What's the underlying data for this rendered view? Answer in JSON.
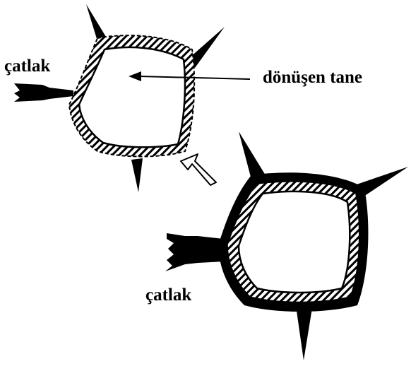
{
  "labels": {
    "crack_top": "çatlak",
    "crack_bottom": "çatlak",
    "transforming_grain": "dönüşen tane"
  },
  "colors": {
    "ink": "#000000",
    "background": "#ffffff"
  },
  "icons": {
    "transition_arrow": "hollow-arrow-icon"
  }
}
